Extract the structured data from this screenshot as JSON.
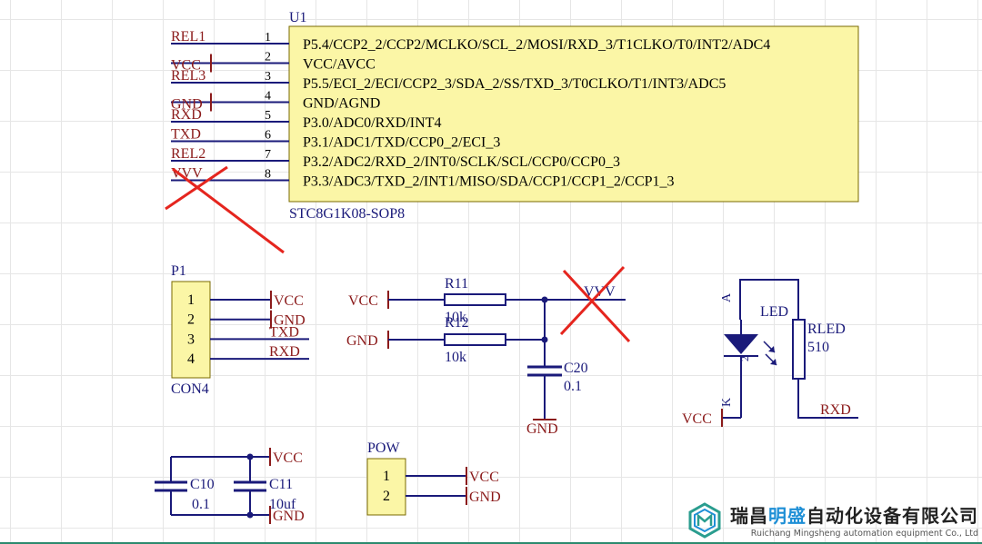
{
  "u1": {
    "designator": "U1",
    "part": "STC8G1K08-SOP8",
    "pins": [
      {
        "num": "1",
        "net": "REL1",
        "func": "P5.4/CCP2_2/CCP2/MCLKO/SCL_2/MOSI/RXD_3/T1CLKO/T0/INT2/ADC4"
      },
      {
        "num": "2",
        "net": "VCC",
        "func": "VCC/AVCC"
      },
      {
        "num": "3",
        "net": "REL3",
        "func": "P5.5/ECI_2/ECI/CCP2_3/SDA_2/SS/TXD_3/T0CLKO/T1/INT3/ADC5"
      },
      {
        "num": "4",
        "net": "GND",
        "func": "GND/AGND"
      },
      {
        "num": "5",
        "net": "RXD",
        "func": "P3.0/ADC0/RXD/INT4"
      },
      {
        "num": "6",
        "net": "TXD",
        "func": "P3.1/ADC1/TXD/CCP0_2/ECI_3"
      },
      {
        "num": "7",
        "net": "REL2",
        "func": "P3.2/ADC2/RXD_2/INT0/SCLK/SCL/CCP0/CCP0_3"
      },
      {
        "num": "8",
        "net": "VVV",
        "func": "P3.3/ADC3/TXD_2/INT1/MISO/SDA/CCP1/CCP1_2/CCP1_3"
      }
    ]
  },
  "p1": {
    "designator": "P1",
    "part": "CON4",
    "pins": [
      {
        "num": "1",
        "net": "VCC"
      },
      {
        "num": "2",
        "net": "GND"
      },
      {
        "num": "3",
        "net": "TXD"
      },
      {
        "num": "4",
        "net": "RXD"
      }
    ]
  },
  "resistors": {
    "r11": {
      "designator": "R11",
      "value": "10k",
      "net": "VCC"
    },
    "r12": {
      "designator": "R12",
      "value": "10k",
      "net": "GND"
    },
    "node_net": "VVV"
  },
  "c20": {
    "designator": "C20",
    "value": "0.1",
    "net": "GND"
  },
  "led": {
    "designator": "LED",
    "pin_a": "A",
    "pin_k": "K",
    "pin2": "2",
    "net_k": "VCC"
  },
  "rled": {
    "designator": "RLED",
    "value": "510",
    "net": "RXD"
  },
  "c10": {
    "designator": "C10",
    "value": "0.1"
  },
  "c11": {
    "designator": "C11",
    "value": "10uf"
  },
  "caps_nets": {
    "top": "VCC",
    "bottom": "GND"
  },
  "pow": {
    "designator": "POW",
    "pins": [
      {
        "num": "1",
        "net": "VCC"
      },
      {
        "num": "2",
        "net": "GND"
      }
    ]
  },
  "watermark": {
    "name_a": "瑞昌",
    "name_b": "明盛",
    "name_c": "自动化设备有限公司",
    "en": "Ruichang Mingsheng automation equipment Co., Ltd"
  },
  "colors": {
    "wire": "#1a1a7a",
    "label": "#8b1a1a",
    "pin": "#000000",
    "body": "#fbf6a6",
    "cross": "#e5251e"
  }
}
